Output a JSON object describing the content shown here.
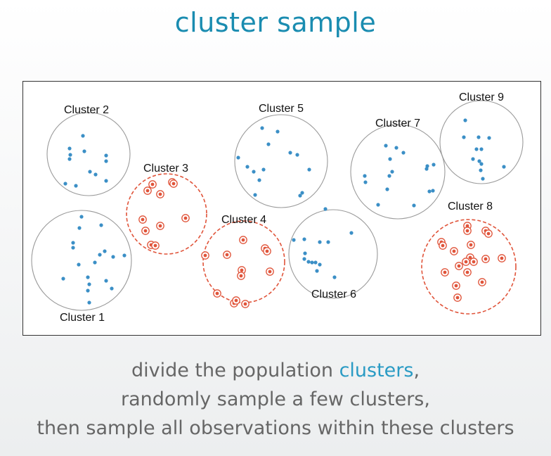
{
  "title": "cluster sample",
  "colors": {
    "title": "#1a8cb0",
    "highlight": "#2a9bc4",
    "caption": "#666666",
    "unsampled_point": "#3b8fc6",
    "sampled_point": "#e0543a",
    "unsampled_circle": "#9a9a9a",
    "sampled_circle": "#e0543a"
  },
  "caption": {
    "line1_pre": "divide the population ",
    "line1_highlight": "clusters",
    "line1_post": ",",
    "line2": "randomly sample a few clusters,",
    "line3": "then sample all observations within these clusters"
  },
  "clusters": [
    {
      "label": "Cluster 1",
      "sampled": false
    },
    {
      "label": "Cluster 2",
      "sampled": false
    },
    {
      "label": "Cluster 3",
      "sampled": true
    },
    {
      "label": "Cluster 4",
      "sampled": true
    },
    {
      "label": "Cluster 5",
      "sampled": false
    },
    {
      "label": "Cluster 6",
      "sampled": false
    },
    {
      "label": "Cluster 7",
      "sampled": false
    },
    {
      "label": "Cluster 8",
      "sampled": true
    },
    {
      "label": "Cluster 9",
      "sampled": false
    }
  ]
}
